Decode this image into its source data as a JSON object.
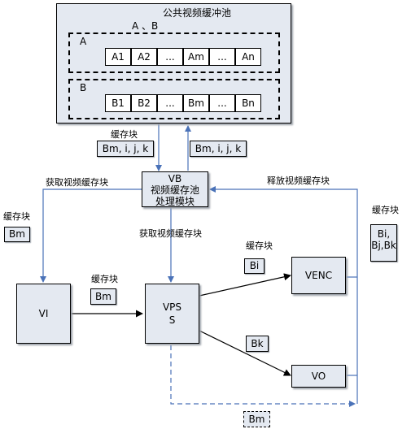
{
  "pool": {
    "title": "公共视频缓冲池",
    "subtitle": "A 、B",
    "group_a": {
      "label": "A",
      "cells": [
        "A1",
        "A2",
        "...",
        "Am",
        "...",
        "An"
      ]
    },
    "group_b": {
      "label": "B",
      "cells": [
        "B1",
        "B2",
        "...",
        "Bm",
        "...",
        "Bn"
      ]
    }
  },
  "labels": {
    "cache_block_top": "缓存块",
    "tag_down": "Bm, i, j, k",
    "tag_up": "Bm, i, j, k",
    "get_left": "获取视频缓存块",
    "release_right": "释放视频缓存块",
    "cache_left": "缓存块",
    "tag_left": "Bm",
    "cache_right": "缓存块",
    "tag_right": "Bi,\nBj,Bk",
    "get_center": "获取视频缓存块",
    "cache_venc": "缓存块",
    "tag_bi": "Bi",
    "cache_vi": "缓存块",
    "tag_vi": "Bm",
    "tag_bk": "Bk",
    "tag_bottom": "Bm"
  },
  "modules": {
    "vb": {
      "line1": "VB",
      "line2": "视频缓存池",
      "line3": "处理模块"
    },
    "vi": "VI",
    "vpss_line1": "VPS",
    "vpss_line2": "S",
    "venc": "VENC",
    "vo": "VO"
  },
  "colors": {
    "box_fill": "#e4e9f1",
    "connector": "#4a72b8",
    "arrow_black": "#000000"
  }
}
